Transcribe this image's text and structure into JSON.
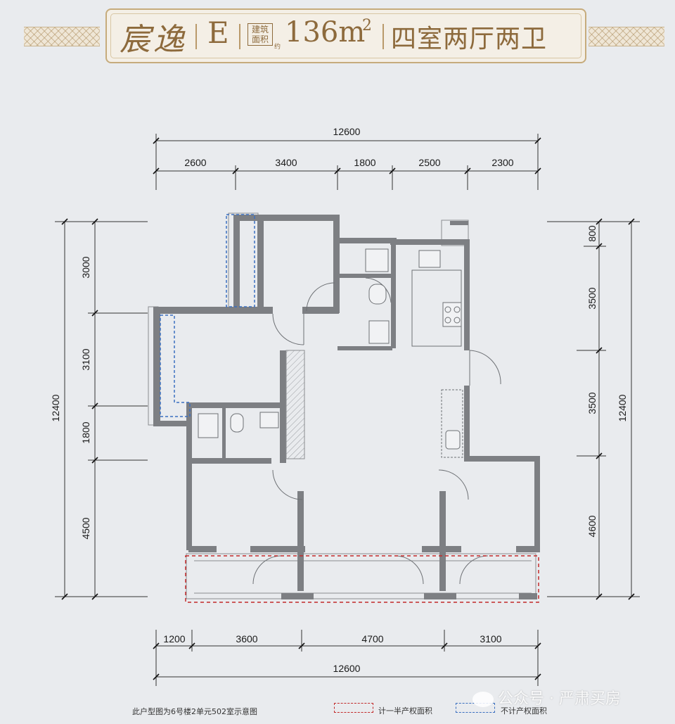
{
  "header": {
    "project_name": "宸逸",
    "unit_code": "E",
    "area_label": "建筑面积",
    "area_prefix": "约",
    "area_value": "136m",
    "area_unit_sup": "2",
    "layout_text": "四室两厅两卫"
  },
  "dimensions": {
    "top_total": "12600",
    "top_segments": [
      "2600",
      "3400",
      "1800",
      "2500",
      "2300"
    ],
    "bottom_segments": [
      "1200",
      "3600",
      "4700",
      "3100"
    ],
    "bottom_total": "12600",
    "left_total": "12400",
    "left_segments": [
      "3000",
      "3100",
      "1800",
      "4500"
    ],
    "right_segments": [
      "800",
      "3500",
      "3500",
      "4600"
    ],
    "right_total": "12400"
  },
  "footer": {
    "note": "此户型图为6号楼2单元502室示意图",
    "legend_half": "计一半产权面积",
    "legend_excluded": "不计产权面积"
  },
  "watermark": "公众号 · 严肃买房",
  "colors": {
    "background": "#e9ebee",
    "wall": "#7d7f83",
    "gold": "#8d6a3c",
    "half_area_dash": "#c22a2a",
    "excluded_area_dash": "#3a6fc0"
  }
}
